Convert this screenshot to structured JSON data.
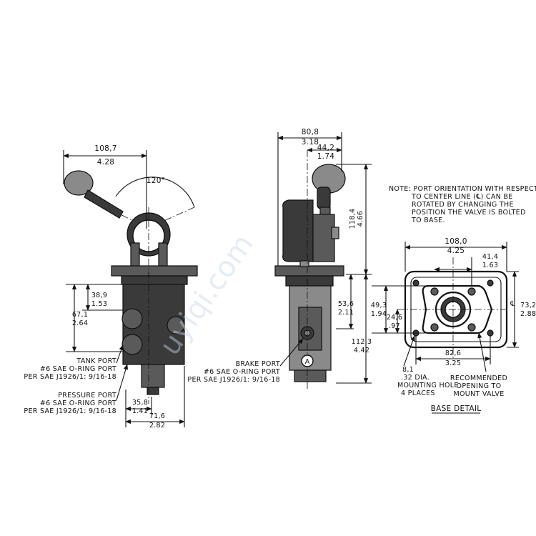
{
  "watermark": "uyiqi.com",
  "front_view": {
    "width_top": "108,7",
    "width_top_in": "4.28",
    "angle": "120°",
    "dim_a": "38,9",
    "dim_a_in": "1.53",
    "dim_b": "67,1",
    "dim_b_in": "2.64",
    "dim_c": "35,8",
    "dim_c_in": "1.41",
    "dim_d": "71,6",
    "dim_d_in": "2.82",
    "tank_port": [
      "TANK PORT",
      "#6 SAE O-RING PORT",
      "PER SAE J1926/1: 9/16-18"
    ],
    "pressure_port": [
      "PRESSURE PORT",
      "#6 SAE O-RING PORT",
      "PER SAE J1926/1: 9/16-18"
    ]
  },
  "side_view": {
    "width_top": "80,8",
    "width_top_in": "3.18",
    "dim_half": "44,2",
    "dim_half_in": "1.74",
    "height_upper": "118,4",
    "height_upper_in": "4.66",
    "dim_mid": "53,6",
    "dim_mid_in": "2.11",
    "height_lower": "112,3",
    "height_lower_in": "4.42",
    "port_letter": "A",
    "brake_port": [
      "BRAKE PORT",
      "#6 SAE O-RING PORT",
      "PER SAE J1926/1: 9/16-18"
    ]
  },
  "note": [
    "NOTE: PORT ORIENTATION WITH RESPECT",
    "TO CENTER LINE (℄) CAN BE",
    "ROTATED BY CHANGING THE",
    "POSITION THE VALVE IS BOLTED",
    "TO BASE."
  ],
  "base_detail": {
    "width": "108,0",
    "width_in": "4.25",
    "dim_41": "41,4",
    "dim_41_in": "1.63",
    "dim_49": "49,3",
    "dim_49_in": "1.94",
    "dim_24": "24,6",
    "dim_24_in": ".97",
    "dim_73": "73,2",
    "dim_73_in": "2.88",
    "dim_82": "82,6",
    "dim_82_in": "3.25",
    "cl_label": "℄",
    "hole": [
      "8,1",
      ".32 DIA.",
      "MOUNTING HOLE",
      "4 PLACES"
    ],
    "opening": [
      "RECOMMENDED",
      "OPENING TO",
      "MOUNT VALVE"
    ],
    "title": "BASE DETAIL"
  }
}
